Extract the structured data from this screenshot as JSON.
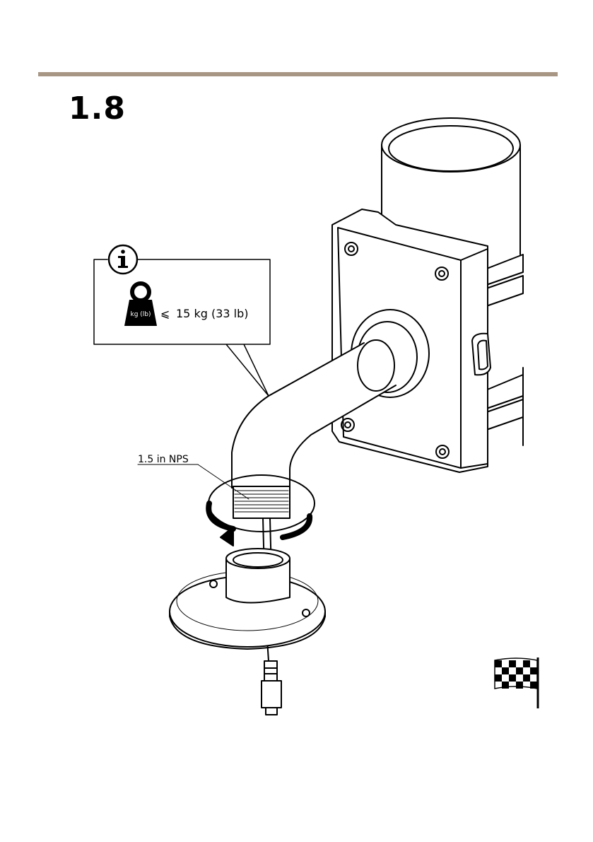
{
  "step": {
    "number": "1.8"
  },
  "callout": {
    "weight_icon_label": "kg (lb)",
    "lte_symbol": "⩽",
    "max_load": "15 kg (33 lb)"
  },
  "thread_label": "1.5 in NPS",
  "icons": {
    "info": "info-icon",
    "weight": "weight-icon",
    "finish": "checkered-flag-icon"
  },
  "colors": {
    "rule": "#a89684"
  }
}
